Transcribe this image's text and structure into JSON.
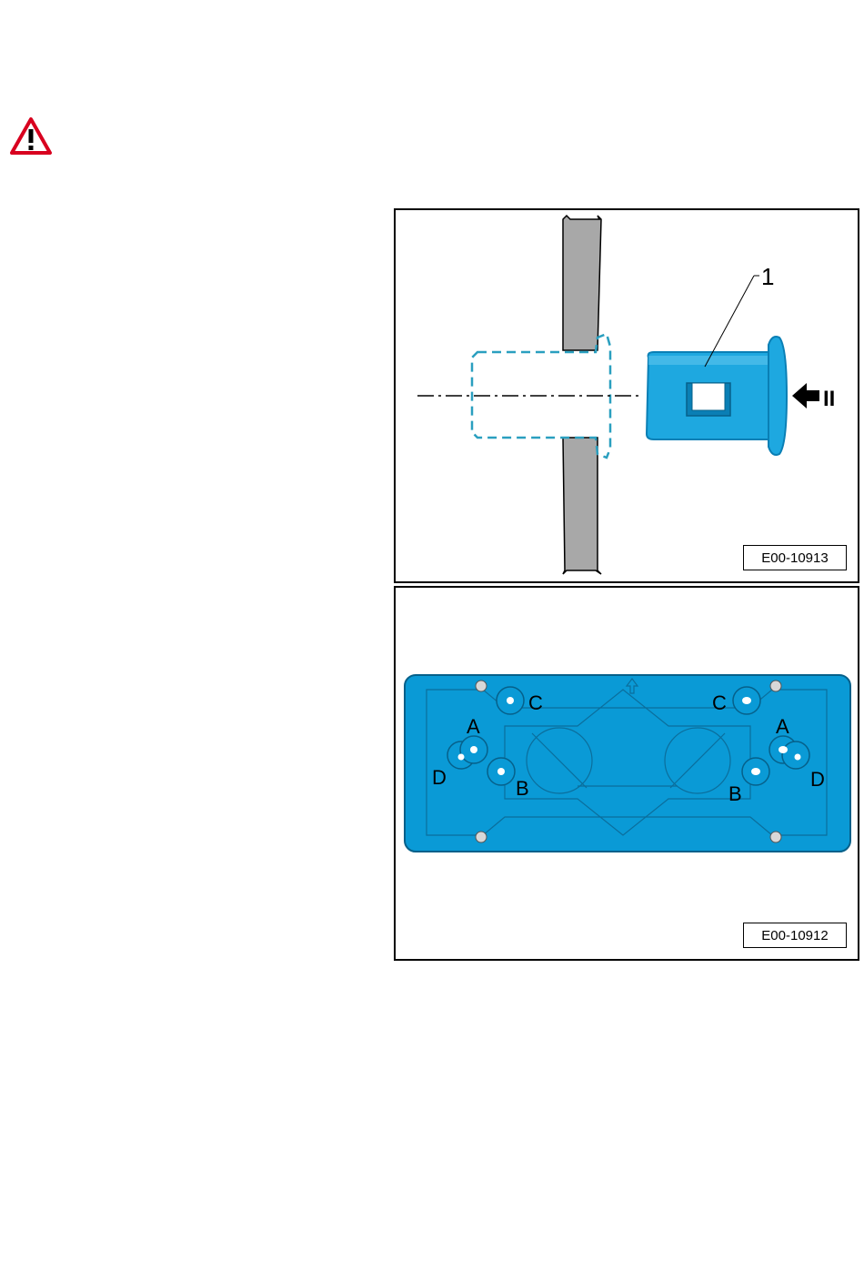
{
  "warning": {
    "icon": "warning-triangle-icon"
  },
  "figures": [
    {
      "id_label": "E00-10913",
      "callout": "1",
      "arrow_label": "II"
    },
    {
      "id_label": "E00-10912",
      "hole_labels": {
        "a": "A",
        "b": "B",
        "c": "C",
        "d": "D"
      }
    }
  ],
  "colors": {
    "part": "#1ea8e0",
    "part_dark": "#0a7fb5",
    "warning": "#d8001f",
    "plate": "#0a9ad6",
    "dashed": "#2a9fbf"
  }
}
